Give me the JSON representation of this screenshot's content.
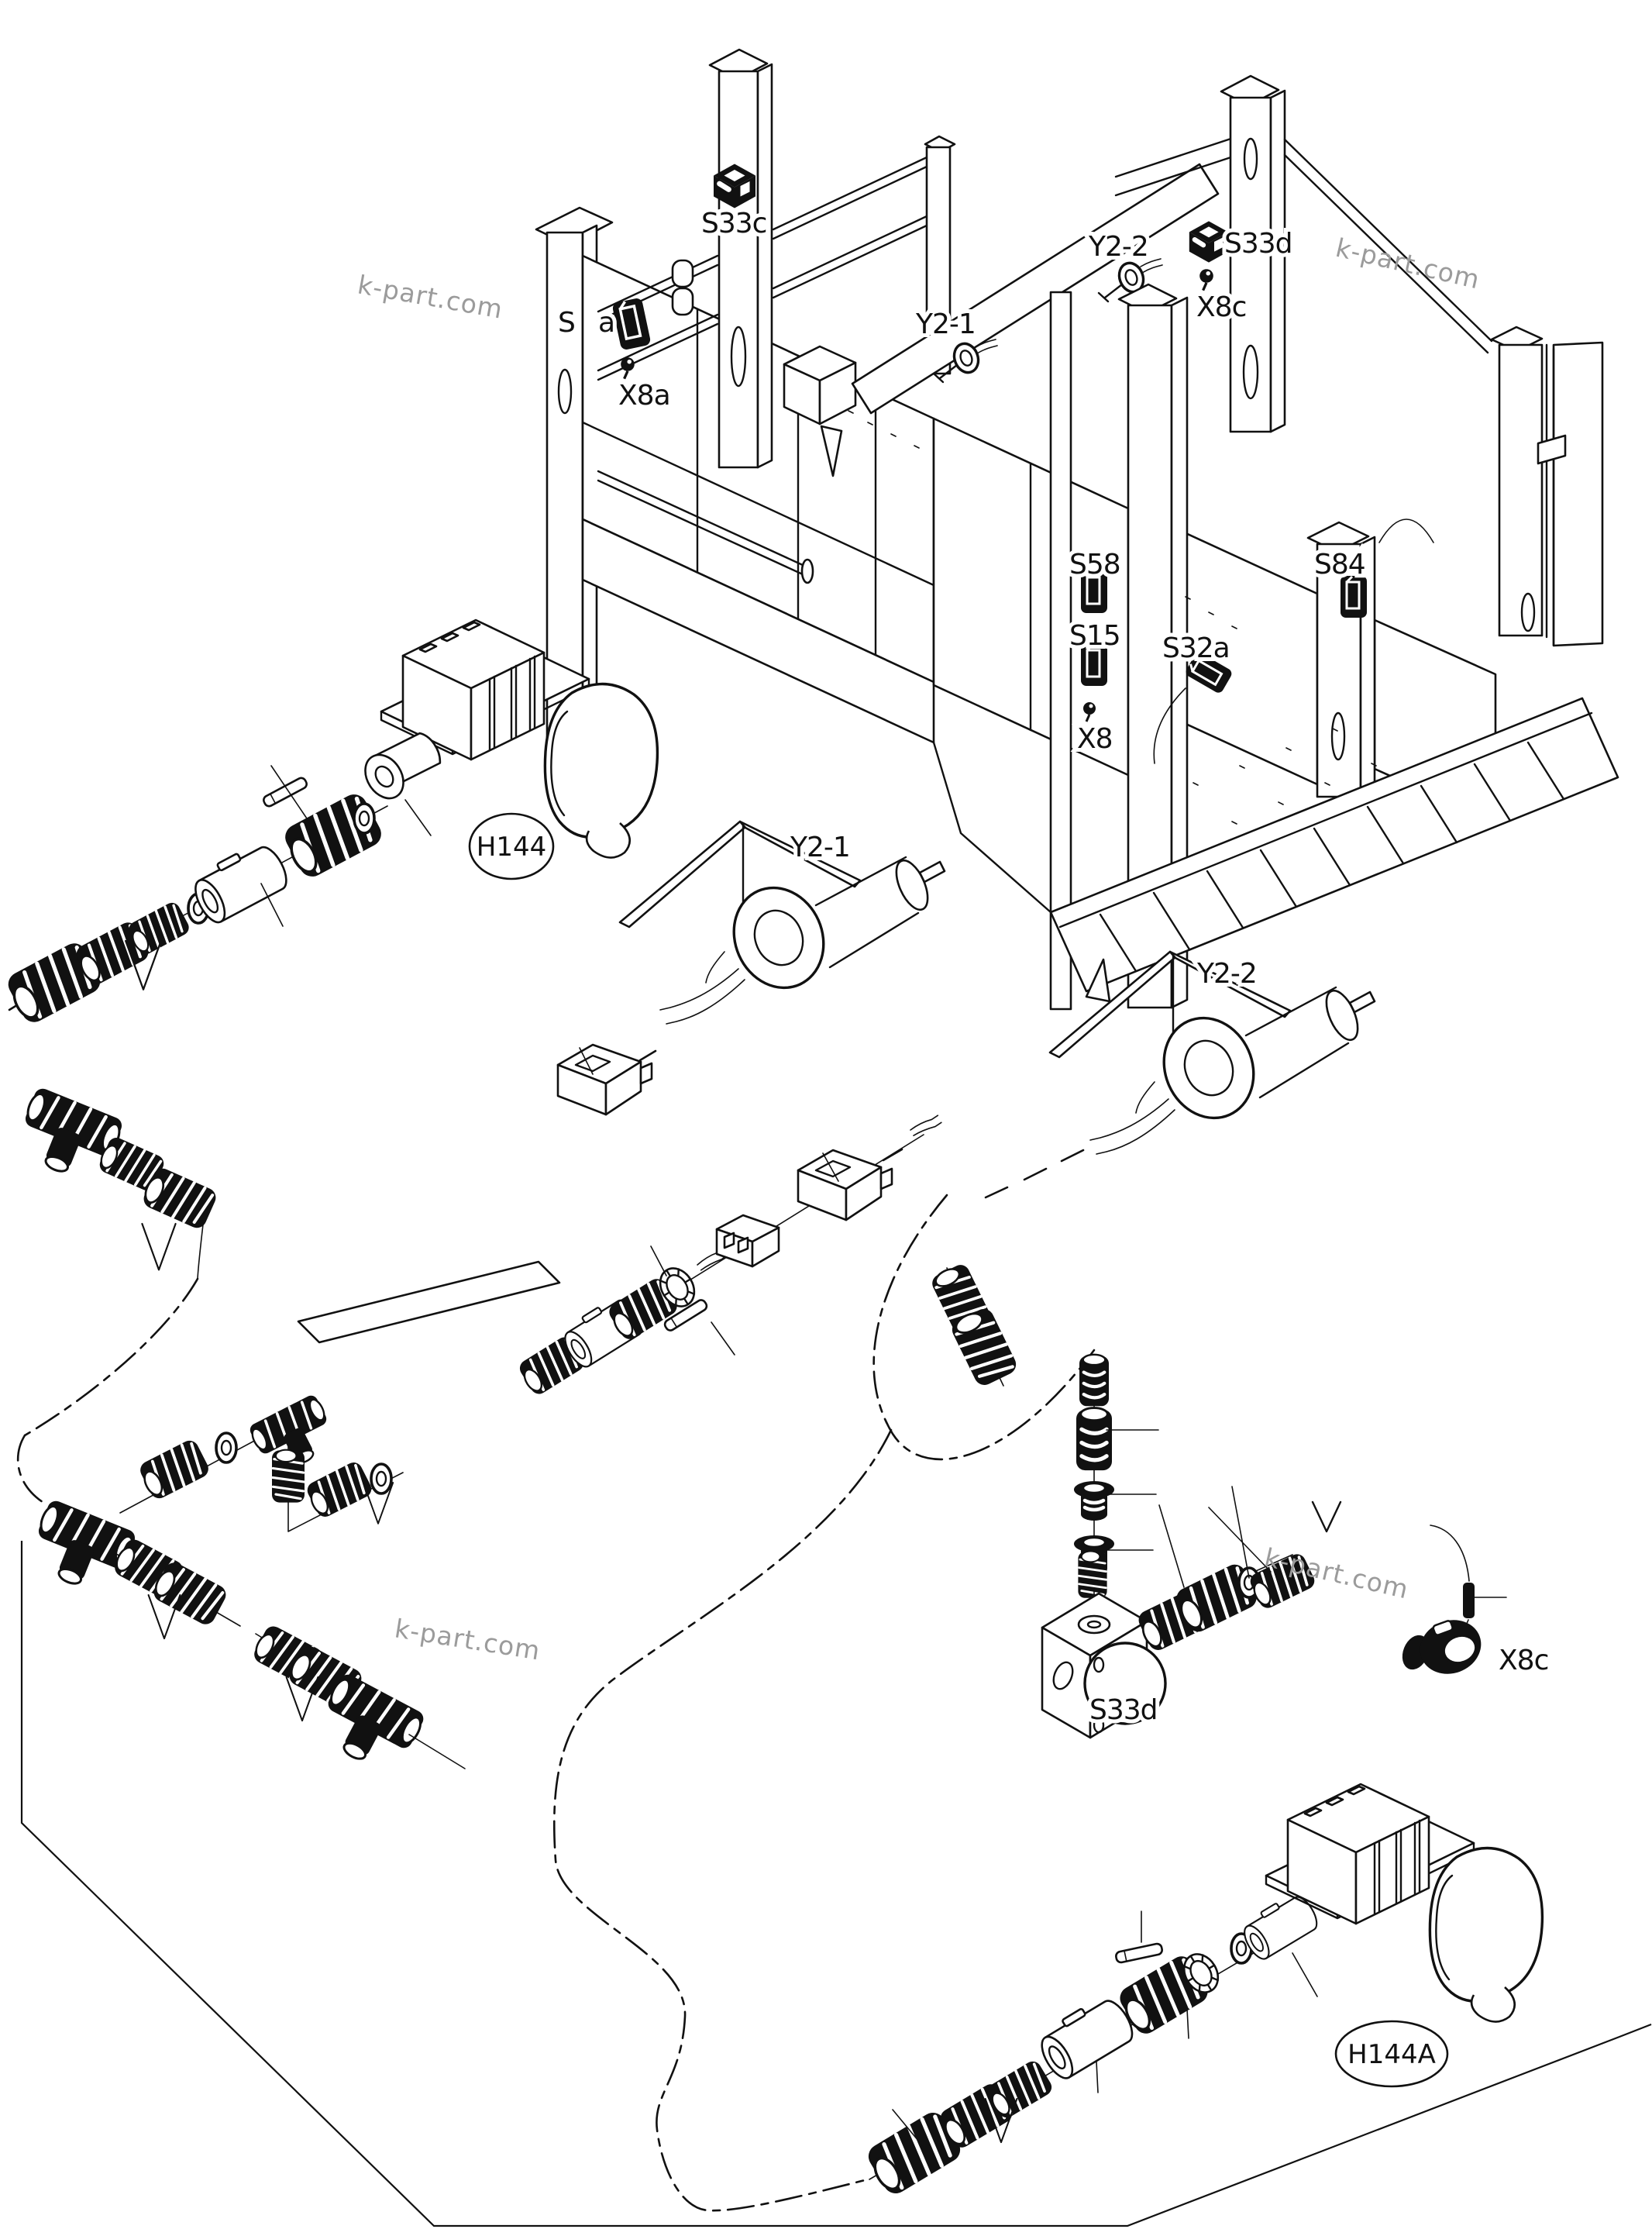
{
  "diagram": {
    "type": "exploded-parts-wiring-diagram",
    "watermark": {
      "text": "k-part.com",
      "color": "#9b9b9b",
      "instances": 4
    },
    "colors": {
      "line": "#111111",
      "background": "#ffffff"
    },
    "labels": {
      "s33c": "S33c",
      "s33a_left": "S",
      "s33a_right": "a",
      "x8a": "X8a",
      "y2_2_top": "Y2-2",
      "y2_1_top": "Y2-1",
      "s33d_top": "S33d",
      "x8c_top": "X8c",
      "s58": "S58",
      "s15": "S15",
      "s32a": "S32a",
      "x8": "X8",
      "s84": "S84",
      "y2_1": "Y2-1",
      "y2_2": "Y2-2",
      "s33d_block": "S33d",
      "x8c": "X8c"
    },
    "callouts": {
      "h144": "H144",
      "h144a": "H144A"
    }
  }
}
